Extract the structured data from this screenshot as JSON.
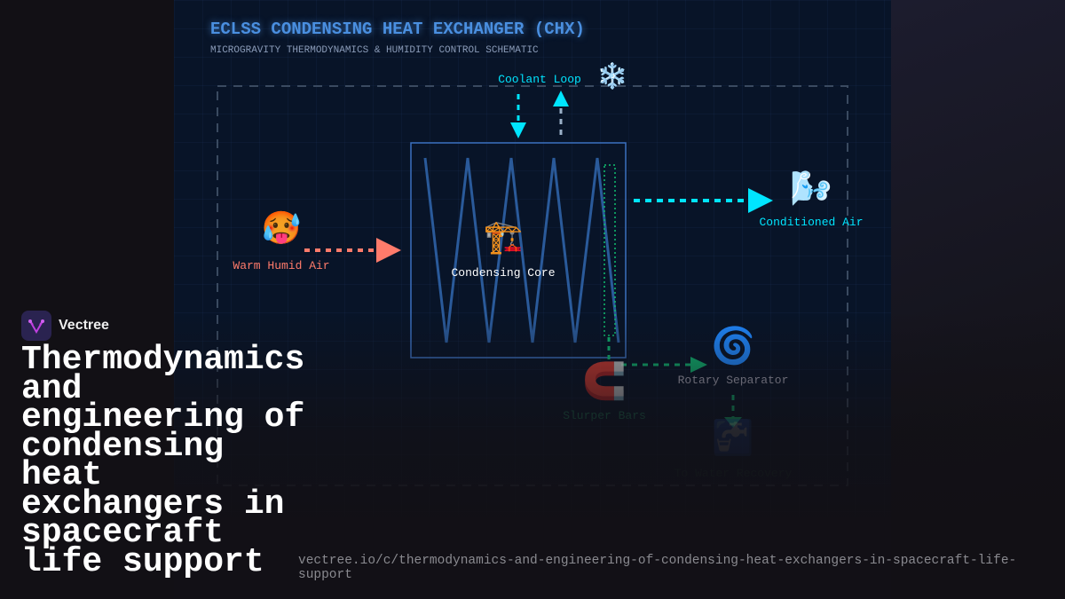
{
  "diagram": {
    "title": "ECLSS CONDENSING HEAT EXCHANGER (CHX)",
    "subtitle": "MICROGRAVITY THERMODYNAMICS & HUMIDITY CONTROL SCHEMATIC",
    "nodes": {
      "coolant": {
        "label": "Coolant Loop",
        "icon": "❄️"
      },
      "warm_air": {
        "label": "Warm Humid Air",
        "icon": "🥵"
      },
      "core": {
        "label": "Condensing Core",
        "icon": "🏗️"
      },
      "conditioned": {
        "label": "Conditioned Air",
        "icon": "🌬️"
      },
      "slurper": {
        "label": "Slurper Bars",
        "icon": "🧲"
      },
      "separator": {
        "label": "Rotary Separator",
        "icon": "🌀"
      },
      "water": {
        "label": "To Water Recovery",
        "icon": "🚰"
      }
    },
    "colors": {
      "title": "#4a8fe0",
      "coolant": "#00e5ff",
      "warm": "#ff7b6b",
      "water": "#10b070"
    }
  },
  "brand": {
    "name": "Vectree"
  },
  "headline": "Thermodynamics and engineering of condensing heat exchangers in spacecraft life support",
  "url": "vectree.io/c/thermodynamics-and-engineering-of-condensing-heat-exchangers-in-spacecraft-life-support"
}
